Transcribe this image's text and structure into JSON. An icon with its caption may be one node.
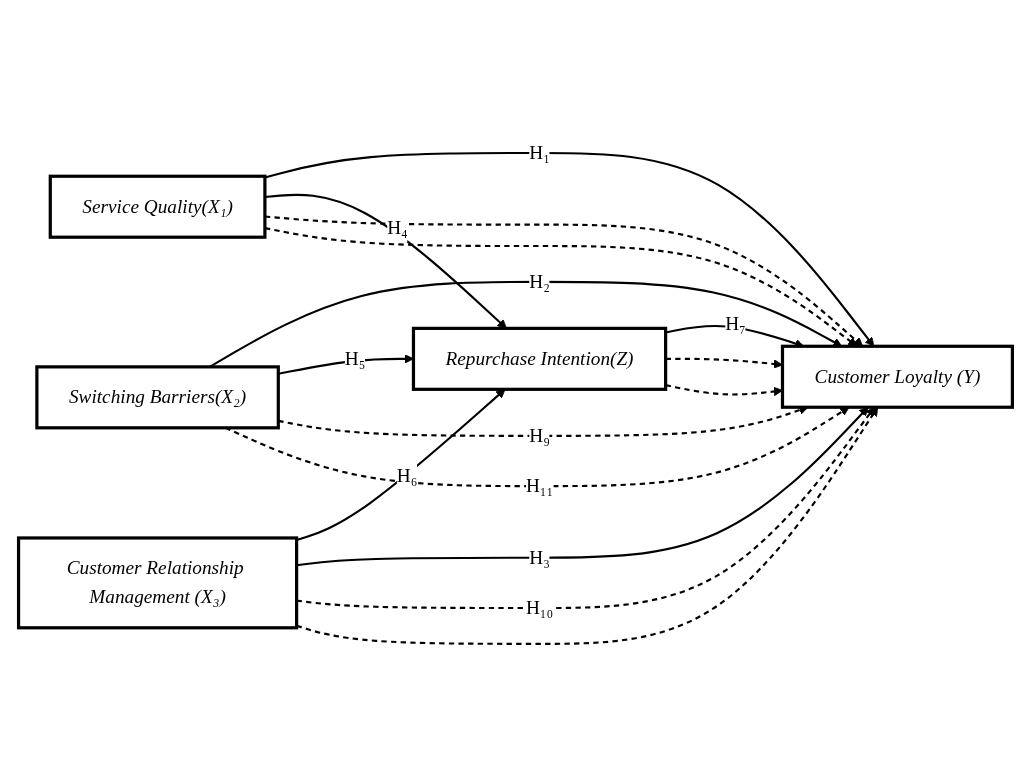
{
  "diagram": {
    "nodes": [
      {
        "text": [
          "Service Quality(X₁)"
        ]
      },
      {
        "text": [
          "Switching Barriers(X₂)"
        ]
      },
      {
        "text": [
          "Repurchase Intention(Z)"
        ]
      },
      {
        "text": [
          "Customer Loyalty (Y)"
        ]
      },
      {
        "text": [
          "Customer Relationship Management (X₃)"
        ]
      }
    ],
    "edges": [
      {
        "from": 0,
        "to": 3,
        "arrow": "to",
        "label": "H₁"
      },
      {
        "from": 1,
        "to": 3,
        "arrow": "to",
        "label": "H₂"
      },
      {
        "from": 0,
        "to": 2,
        "arrow": "to",
        "label": "H₄"
      },
      {
        "from": 1,
        "to": 2,
        "arrow": "to",
        "label": "H₅"
      },
      {
        "from": 2,
        "to": 3,
        "arrow": "to",
        "label": "H₇"
      },
      {
        "from": 4,
        "to": 2,
        "arrow": "to",
        "label": "H₆"
      },
      {
        "from": 4,
        "to": 3,
        "arrow": "to",
        "label": "H₃"
      },
      {
        "from": 0,
        "to": 3,
        "arrow": "to",
        "style": "dashed"
      },
      {
        "from": 2,
        "to": 3,
        "arrow": "to",
        "style": "dashed"
      },
      {
        "from": 1,
        "to": 3,
        "arrow": "to",
        "style": "dashed",
        "label": "H₉"
      },
      {
        "from": 4,
        "to": 3,
        "arrow": "to",
        "style": "dashed",
        "label": "H₁₀"
      },
      {
        "from": 2,
        "to": 3,
        "arrow": "to",
        "style": "dashed"
      },
      {
        "from": 0,
        "to": 3,
        "arrow": "to",
        "style": "dashed"
      },
      {
        "from": 1,
        "to": 3,
        "arrow": "to",
        "style": "dashed",
        "label": "H₁₁"
      },
      {
        "from": 4,
        "to": 3,
        "arrow": "to",
        "style": "dashed"
      }
    ]
  }
}
